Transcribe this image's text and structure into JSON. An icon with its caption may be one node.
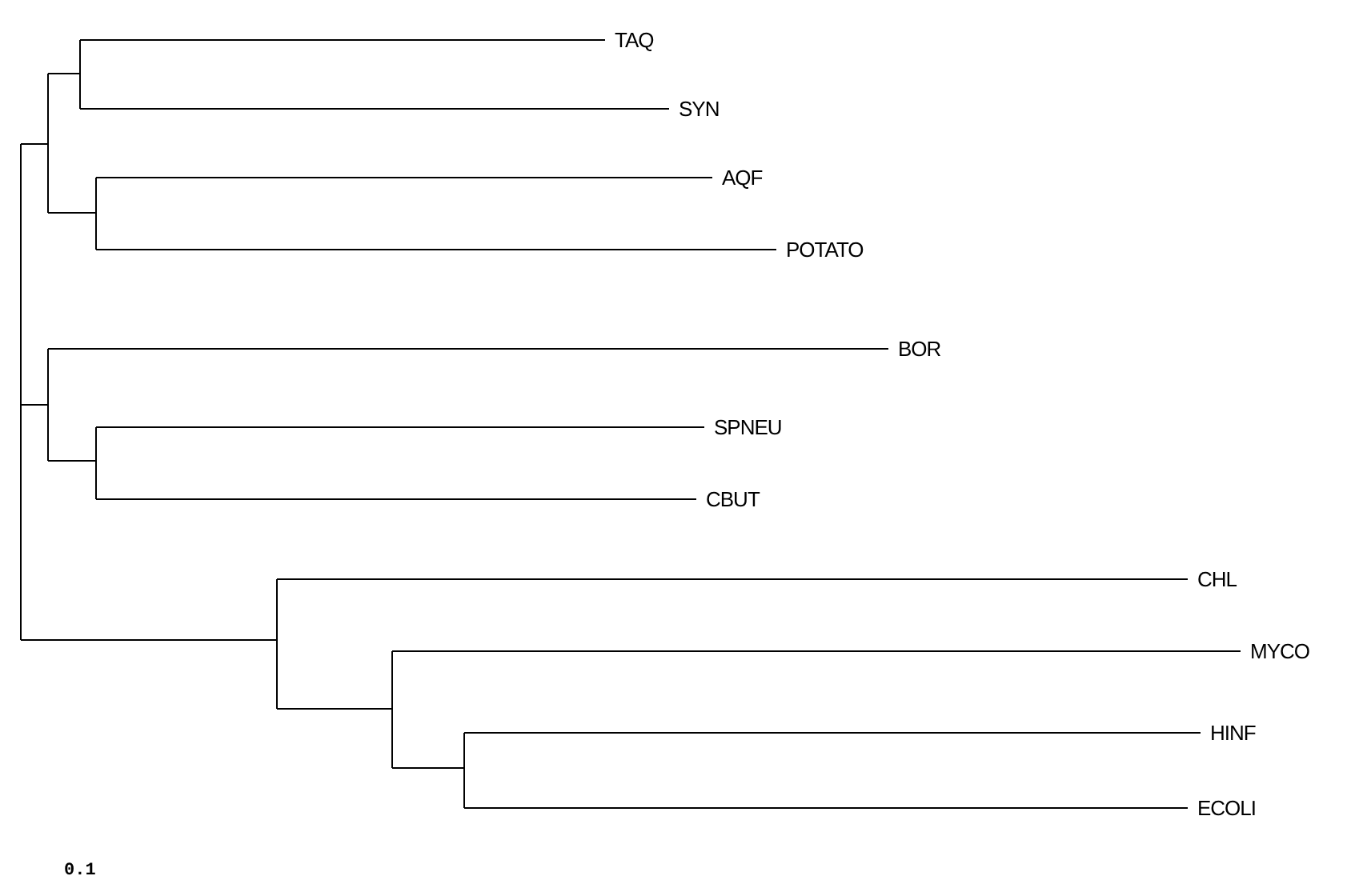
{
  "diagram": {
    "labels": [
      "TAQ",
      "SYN",
      "AQF",
      "POTATO",
      "BOR",
      "SPNEU",
      "CBUT",
      "CHL",
      "MYCO",
      "HINF",
      "ECOLI",
      "0.1"
    ]
  }
}
